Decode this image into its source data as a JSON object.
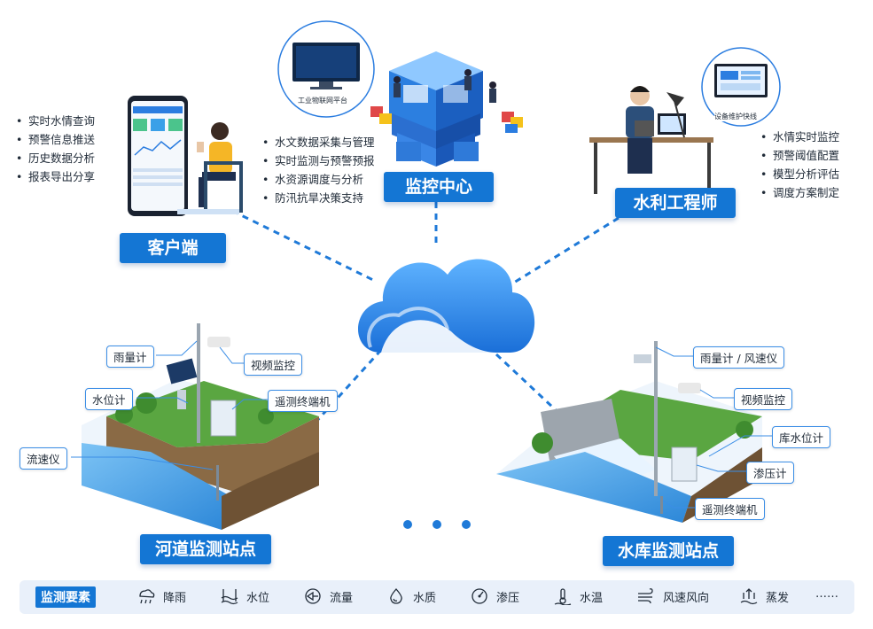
{
  "nodes": {
    "client": {
      "label": "客户端",
      "bullets": [
        "实时水情查询",
        "预警信息推送",
        "历史数据分析",
        "报表导出分享"
      ]
    },
    "center": {
      "label": "监控中心",
      "bullets": [
        "水文数据采集与管理",
        "实时监测与预警预报",
        "水资源调度与分析",
        "防汛抗旱决策支持"
      ],
      "screen_label": "工业物联网平台"
    },
    "engineer": {
      "label": "水利工程师",
      "bullets": [
        "水情实时监控",
        "预警阈值配置",
        "模型分析评估",
        "调度方案制定"
      ],
      "screen_label": "设备维护快线"
    },
    "river": {
      "label": "河道监测站点",
      "callouts": [
        "雨量计",
        "视频监控",
        "水位计",
        "遥测终端机",
        "流速仪"
      ]
    },
    "reservoir": {
      "label": "水库监测站点",
      "callouts": [
        "雨量计 / 风速仪",
        "视频监控",
        "库水位计",
        "渗压计",
        "遥测终端机"
      ]
    }
  },
  "legend": {
    "title": "监测要素",
    "items": [
      {
        "label": "降雨",
        "icon": "rain-icon"
      },
      {
        "label": "水位",
        "icon": "water-level-icon"
      },
      {
        "label": "流量",
        "icon": "flow-icon"
      },
      {
        "label": "水质",
        "icon": "water-quality-icon"
      },
      {
        "label": "渗压",
        "icon": "seepage-icon"
      },
      {
        "label": "水温",
        "icon": "water-temp-icon"
      },
      {
        "label": "风速风向",
        "icon": "wind-icon"
      },
      {
        "label": "蒸发",
        "icon": "evaporation-icon"
      }
    ],
    "more": "……"
  },
  "colors": {
    "primary": "#1476d4",
    "cloud": "#2b8ef0",
    "grass": "#5aa641",
    "water": "#4aa7e8"
  }
}
